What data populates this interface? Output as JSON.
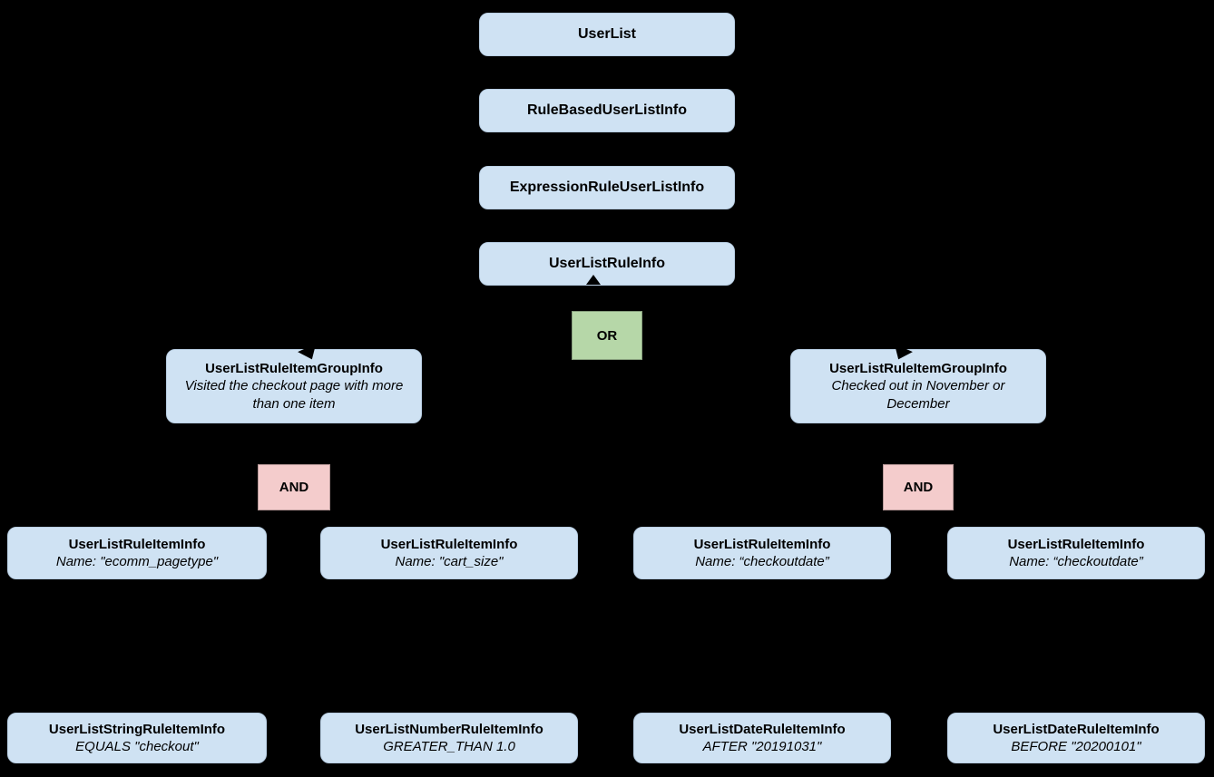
{
  "diagram": {
    "description": "UserList rule hierarchy diagram",
    "colors": {
      "background": "#000000",
      "node_fill": "#cfe2f3",
      "or_fill": "#b6d7a8",
      "and_fill": "#f4cccc",
      "text": "#000000"
    },
    "chain": [
      {
        "label": "UserList"
      },
      {
        "label": "RuleBasedUserListInfo"
      },
      {
        "label": "ExpressionRuleUserListInfo"
      },
      {
        "label": "UserListRuleInfo"
      }
    ],
    "or_operator": {
      "label": "OR"
    },
    "groups": [
      {
        "title": "UserListRuleItemGroupInfo",
        "description": "Visited the checkout page with more than one item"
      },
      {
        "title": "UserListRuleItemGroupInfo",
        "description": "Checked out in November or December"
      }
    ],
    "and_operators": [
      {
        "label": "AND"
      },
      {
        "label": "AND"
      }
    ],
    "rule_items": [
      {
        "title": "UserListRuleItemInfo",
        "subtitle": "Name: \"ecomm_pagetype\""
      },
      {
        "title": "UserListRuleItemInfo",
        "subtitle": "Name: \"cart_size\""
      },
      {
        "title": "UserListRuleItemInfo",
        "subtitle": "Name: “checkoutdate”"
      },
      {
        "title": "UserListRuleItemInfo",
        "subtitle": "Name: “checkoutdate”"
      }
    ],
    "leaf_items": [
      {
        "title": "UserListStringRuleItemInfo",
        "subtitle": "EQUALS \"checkout\""
      },
      {
        "title": "UserListNumberRuleItemInfo",
        "subtitle": "GREATER_THAN 1.0"
      },
      {
        "title": "UserListDateRuleItemInfo",
        "subtitle": "AFTER \"20191031\""
      },
      {
        "title": "UserListDateRuleItemInfo",
        "subtitle": "BEFORE \"20200101\""
      }
    ]
  }
}
